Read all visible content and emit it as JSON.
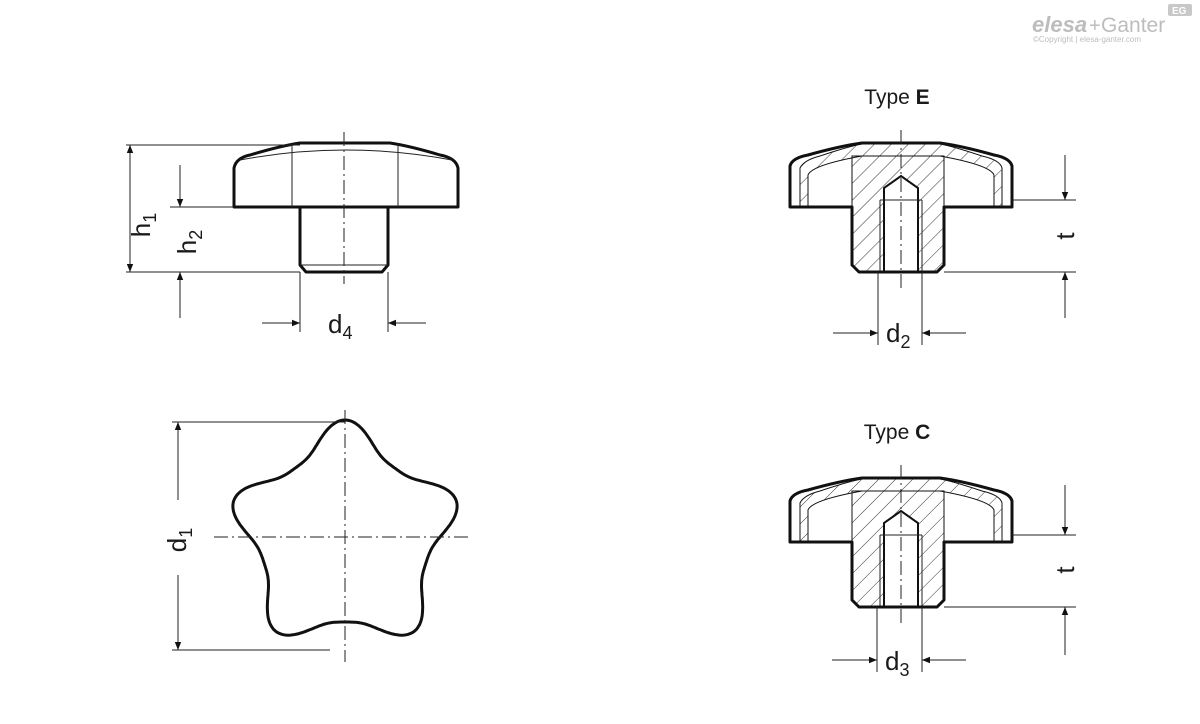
{
  "logo": {
    "brand_left": "elesa",
    "brand_plus": "+",
    "brand_right": "Ganter",
    "badge": "EG",
    "copyright": "©Copyright | elesa-ganter.com"
  },
  "side_view": {
    "h1": {
      "main": "h",
      "sub": "1"
    },
    "h2": {
      "main": "h",
      "sub": "2"
    },
    "d4": {
      "main": "d",
      "sub": "4"
    }
  },
  "top_view": {
    "d1": {
      "main": "d",
      "sub": "1"
    }
  },
  "type_e": {
    "title_prefix": "Type ",
    "title_letter": "E",
    "t": "t",
    "d2": {
      "main": "d",
      "sub": "2"
    }
  },
  "type_c": {
    "title_prefix": "Type ",
    "title_letter": "C",
    "t": "t",
    "d3": {
      "main": "d",
      "sub": "3"
    }
  }
}
